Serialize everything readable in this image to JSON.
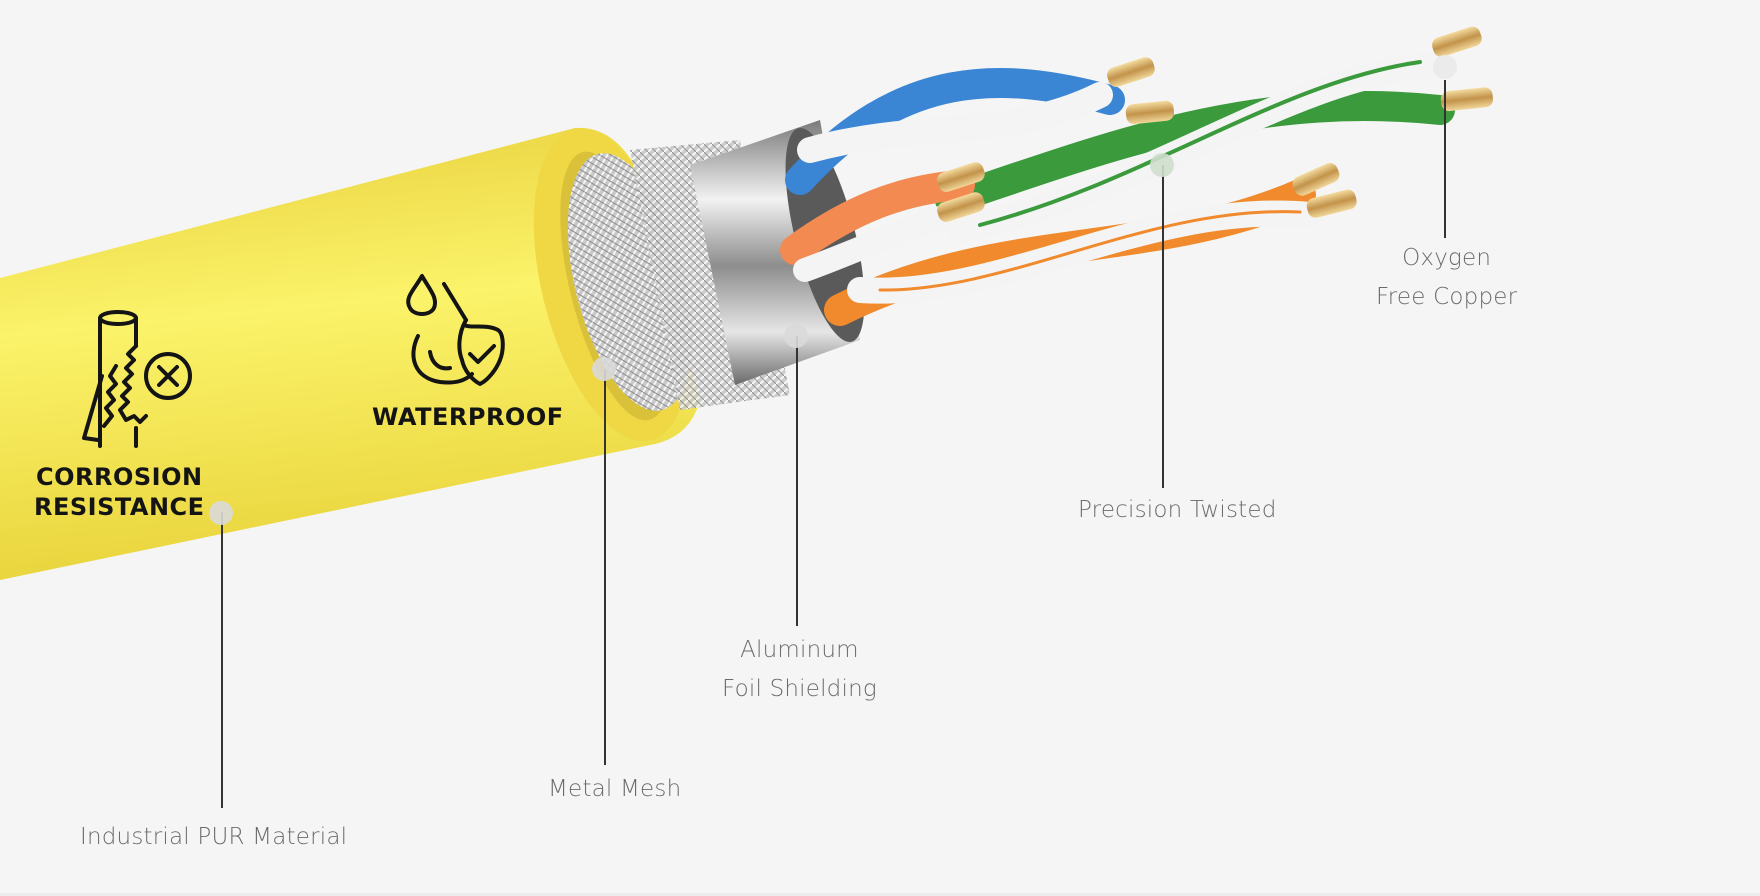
{
  "diagram": {
    "subject": "Shielded twisted-pair Ethernet cable cross-section",
    "colors": {
      "background": "#f5f5f5",
      "jacket": "#f2e24e",
      "pair_blue": "#3a86d4",
      "pair_green": "#3a9a3c",
      "pair_orange": "#f08a2c",
      "pair_orange_light": "#f28a52",
      "label_text": "#6b6b6b",
      "feature_text": "#141414",
      "leader_line": "#333333",
      "marker_dot": "#d9d9d9"
    },
    "features": [
      {
        "id": "corrosion",
        "icon": "corrosion-icon",
        "lines": [
          "CORROSION",
          "RESISTANCE"
        ]
      },
      {
        "id": "waterproof",
        "icon": "water-drop-shield-icon",
        "lines": [
          "WATERPROOF"
        ]
      }
    ],
    "callouts": [
      {
        "id": "pur",
        "lines": [
          "Industrial PUR Material"
        ]
      },
      {
        "id": "mesh",
        "lines": [
          "Metal Mesh"
        ]
      },
      {
        "id": "foil",
        "lines": [
          "Aluminum",
          "Foil Shielding"
        ]
      },
      {
        "id": "twisted",
        "lines": [
          "Precision Twisted"
        ]
      },
      {
        "id": "copper",
        "lines": [
          "Oxygen",
          "Free Copper"
        ]
      }
    ]
  }
}
